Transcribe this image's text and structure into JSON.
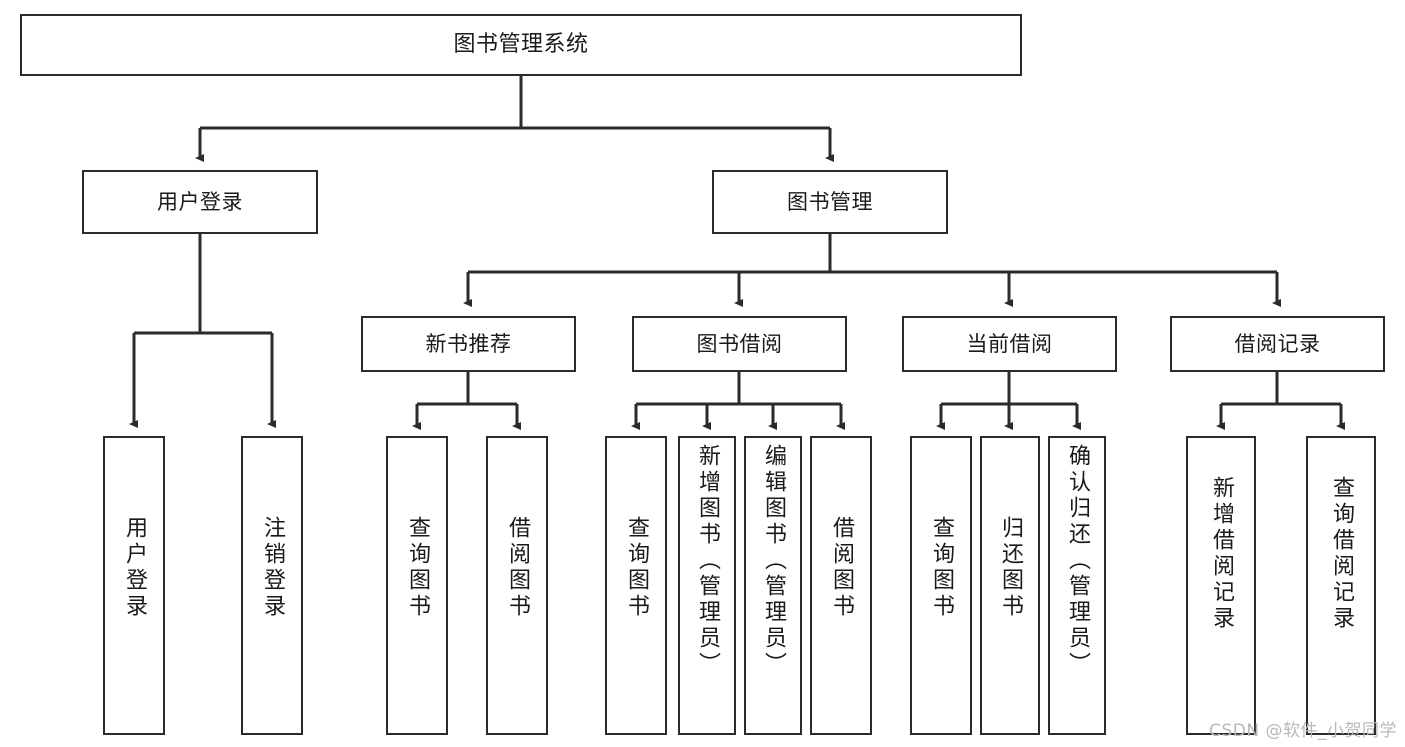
{
  "diagram": {
    "type": "tree-hierarchy",
    "orientation": "top-down",
    "title_node": {
      "id": "root",
      "label": "图书管理系统",
      "text_direction": "horizontal"
    },
    "level2": [
      {
        "id": "user-login",
        "label": "用户登录",
        "text_direction": "horizontal"
      },
      {
        "id": "book-manage",
        "label": "图书管理",
        "text_direction": "horizontal"
      }
    ],
    "level3": [
      {
        "id": "new-book-recommend",
        "label": "新书推荐",
        "parent": "book-manage",
        "text_direction": "horizontal"
      },
      {
        "id": "book-borrow",
        "label": "图书借阅",
        "parent": "book-manage",
        "text_direction": "horizontal"
      },
      {
        "id": "current-borrow",
        "label": "当前借阅",
        "parent": "book-manage",
        "text_direction": "horizontal"
      },
      {
        "id": "borrow-record",
        "label": "借阅记录",
        "parent": "book-manage",
        "text_direction": "horizontal"
      }
    ],
    "leaves": [
      {
        "id": "leaf-user-login",
        "label": "用户登录",
        "parent": "user-login",
        "text_direction": "vertical"
      },
      {
        "id": "leaf-logout",
        "label": "注销登录",
        "parent": "user-login",
        "text_direction": "vertical"
      },
      {
        "id": "leaf-query-book-1",
        "label": "查询图书",
        "parent": "new-book-recommend",
        "text_direction": "vertical"
      },
      {
        "id": "leaf-borrow-book-1",
        "label": "借阅图书",
        "parent": "new-book-recommend",
        "text_direction": "vertical"
      },
      {
        "id": "leaf-query-book-2",
        "label": "查询图书",
        "parent": "book-borrow",
        "text_direction": "vertical"
      },
      {
        "id": "leaf-add-book",
        "label": "新增图书（管理员）",
        "parent": "book-borrow",
        "text_direction": "vertical"
      },
      {
        "id": "leaf-edit-book",
        "label": "编辑图书（管理员）",
        "parent": "book-borrow",
        "text_direction": "vertical"
      },
      {
        "id": "leaf-borrow-book-2",
        "label": "借阅图书",
        "parent": "book-borrow",
        "text_direction": "vertical"
      },
      {
        "id": "leaf-query-book-3",
        "label": "查询图书",
        "parent": "current-borrow",
        "text_direction": "vertical"
      },
      {
        "id": "leaf-return-book",
        "label": "归还图书",
        "parent": "current-borrow",
        "text_direction": "vertical"
      },
      {
        "id": "leaf-confirm-return",
        "label": "确认归还（管理员）",
        "parent": "current-borrow",
        "text_direction": "vertical"
      },
      {
        "id": "leaf-add-record",
        "label": "新增借阅记录",
        "parent": "borrow-record",
        "text_direction": "vertical"
      },
      {
        "id": "leaf-query-record",
        "label": "查询借阅记录",
        "parent": "borrow-record",
        "text_direction": "vertical"
      }
    ],
    "colors": {
      "stroke": "#2b2b2b",
      "fill": "#ffffff",
      "text": "#1a1a1a",
      "watermark": "#b9b9b9"
    }
  },
  "watermark": {
    "text": "CSDN @软件_小贺同学"
  }
}
